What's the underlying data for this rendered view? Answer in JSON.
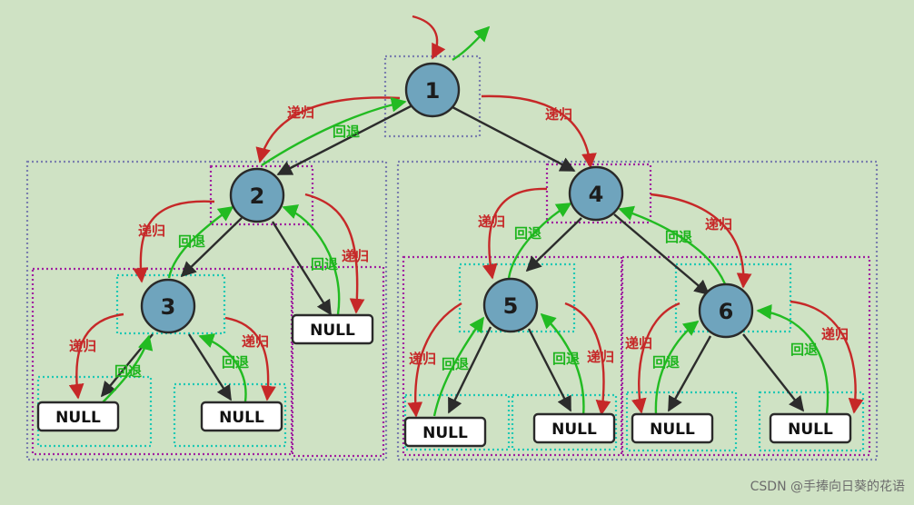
{
  "tree": {
    "nodes": [
      {
        "id": "n1",
        "label": "1"
      },
      {
        "id": "n2",
        "label": "2"
      },
      {
        "id": "n3",
        "label": "3"
      },
      {
        "id": "n4",
        "label": "4"
      },
      {
        "id": "n5",
        "label": "5"
      },
      {
        "id": "n6",
        "label": "6"
      }
    ],
    "null_label": "NULL",
    "edges": [
      [
        "n1",
        "n2"
      ],
      [
        "n1",
        "n4"
      ],
      [
        "n2",
        "n3"
      ],
      [
        "n2",
        "null_2r"
      ],
      [
        "n3",
        "null_3l"
      ],
      [
        "n3",
        "null_3r"
      ],
      [
        "n4",
        "n5"
      ],
      [
        "n4",
        "n6"
      ],
      [
        "n5",
        "null_5l"
      ],
      [
        "n5",
        "null_5r"
      ],
      [
        "n6",
        "null_6l"
      ],
      [
        "n6",
        "null_6r"
      ]
    ]
  },
  "annotations": {
    "recurse": "递归",
    "return": "回退"
  },
  "colors": {
    "background": "#cfe2c4",
    "node_fill": "#6fa4bd",
    "edge": "#2c2c2c",
    "recurse_arrow": "#c62828",
    "return_arrow": "#22bb22",
    "box_purple": "#a020a0",
    "box_teal": "#1ec8b4",
    "box_slate": "#7b7fae"
  },
  "watermark": "CSDN @手捧向日葵的花语"
}
